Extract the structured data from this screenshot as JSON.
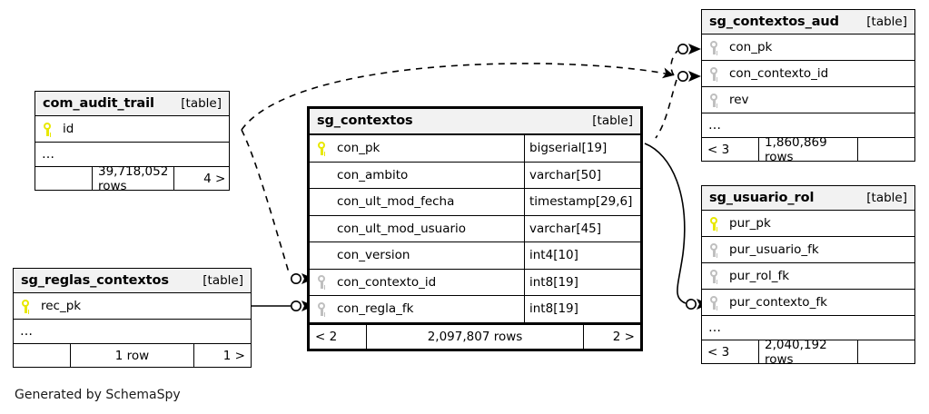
{
  "diagram": {
    "credit": "Generated by SchemaSpy",
    "kind_label": "[table]",
    "ellipsis": "…",
    "colors": {
      "background": "#ffffff",
      "header_fill": "#f2f2f2",
      "border": "#000000",
      "primary_key_icon": "#e8e800",
      "foreign_key_icon": "#bfbfbf",
      "edge": "#000000"
    }
  },
  "tables": [
    {
      "id": "com_audit_trail",
      "name": "com_audit_trail",
      "kind": "[table]",
      "columns": [
        {
          "name": "id",
          "type": "",
          "key": "pk"
        }
      ],
      "has_ellipsis": true,
      "footer": {
        "left": "",
        "middle": "39,718,052 rows",
        "right": "4 >"
      }
    },
    {
      "id": "sg_reglas_contextos",
      "name": "sg_reglas_contextos",
      "kind": "[table]",
      "columns": [
        {
          "name": "rec_pk",
          "type": "",
          "key": "pk"
        }
      ],
      "has_ellipsis": true,
      "footer": {
        "left": "",
        "middle": "1 row",
        "right": "1 >"
      }
    },
    {
      "id": "sg_contextos",
      "name": "sg_contextos",
      "kind": "[table]",
      "focus": true,
      "columns": [
        {
          "name": "con_pk",
          "type": "bigserial[19]",
          "key": "pk"
        },
        {
          "name": "con_ambito",
          "type": "varchar[50]",
          "key": "none"
        },
        {
          "name": "con_ult_mod_fecha",
          "type": "timestamp[29,6]",
          "key": "none"
        },
        {
          "name": "con_ult_mod_usuario",
          "type": "varchar[45]",
          "key": "none"
        },
        {
          "name": "con_version",
          "type": "int4[10]",
          "key": "none"
        },
        {
          "name": "con_contexto_id",
          "type": "int8[19]",
          "key": "fk"
        },
        {
          "name": "con_regla_fk",
          "type": "int8[19]",
          "key": "fk"
        }
      ],
      "has_ellipsis": false,
      "footer": {
        "left": "< 2",
        "middle": "2,097,807 rows",
        "right": "2 >"
      }
    },
    {
      "id": "sg_contextos_aud",
      "name": "sg_contextos_aud",
      "kind": "[table]",
      "columns": [
        {
          "name": "con_pk",
          "type": "",
          "key": "fk"
        },
        {
          "name": "con_contexto_id",
          "type": "",
          "key": "fk"
        },
        {
          "name": "rev",
          "type": "",
          "key": "fk"
        }
      ],
      "has_ellipsis": true,
      "footer": {
        "left": "< 3",
        "middle": "1,860,869 rows",
        "right": ""
      }
    },
    {
      "id": "sg_usuario_rol",
      "name": "sg_usuario_rol",
      "kind": "[table]",
      "columns": [
        {
          "name": "pur_pk",
          "type": "",
          "key": "pk"
        },
        {
          "name": "pur_usuario_fk",
          "type": "",
          "key": "fk"
        },
        {
          "name": "pur_rol_fk",
          "type": "",
          "key": "fk"
        },
        {
          "name": "pur_contexto_fk",
          "type": "",
          "key": "fk"
        }
      ],
      "has_ellipsis": true,
      "footer": {
        "left": "< 3",
        "middle": "2,040,192 rows",
        "right": ""
      }
    }
  ],
  "relationships": [
    {
      "from": "com_audit_trail.id",
      "to": "sg_contextos_aud.con_contexto_id",
      "style": "dashed"
    },
    {
      "from": "com_audit_trail.id",
      "to": "sg_contextos.con_contexto_id",
      "style": "dashed"
    },
    {
      "from": "sg_contextos_aud.con_pk",
      "to": "sg_contextos_aud.con_contexto_id",
      "style": "dashed"
    },
    {
      "from": "sg_reglas_contextos.rec_pk",
      "to": "sg_contextos.con_regla_fk",
      "style": "solid"
    },
    {
      "from": "sg_contextos.con_pk",
      "to": "sg_usuario_rol.pur_contexto_fk",
      "style": "solid"
    }
  ]
}
